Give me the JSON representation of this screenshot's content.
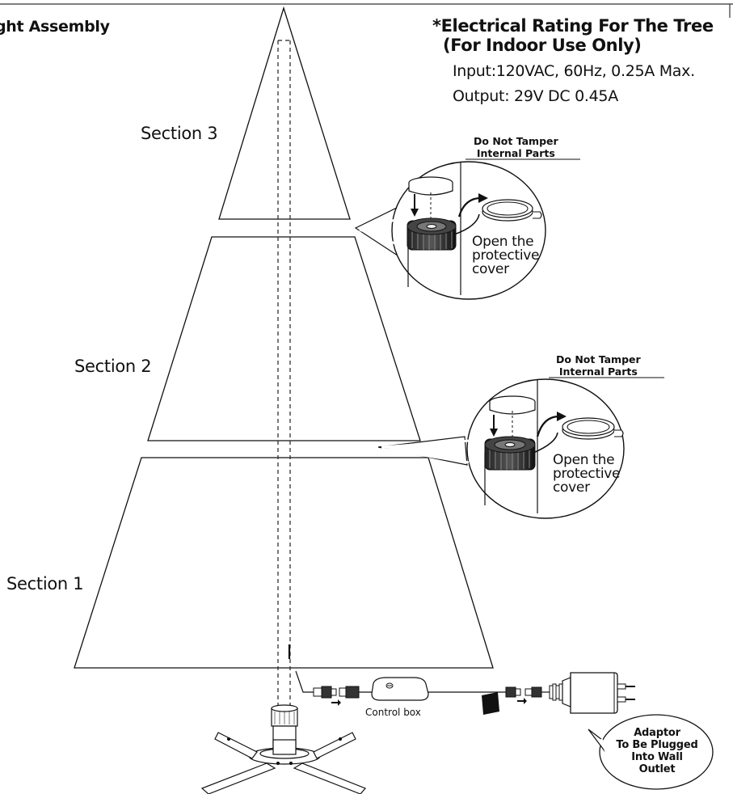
{
  "title": "ght Assembly",
  "rating": {
    "heading": "*Electrical Rating For The Tree",
    "subheading": "(For Indoor Use Only)",
    "input": "Input:120VAC, 60Hz, 0.25A Max.",
    "output": "Output: 29V DC 0.45A"
  },
  "sections": {
    "s3": "Section 3",
    "s2": "Section 2",
    "s1": "Section 1"
  },
  "callout_top": {
    "warning_l1": "Do Not Tamper",
    "warning_l2": "Internal Parts",
    "cover_l1": "Open the",
    "cover_l2": "protective",
    "cover_l3": "cover"
  },
  "callout_mid": {
    "warning_l1": "Do Not Tamper",
    "warning_l2": "Internal Parts",
    "cover_l1": "Open the",
    "cover_l2": "protective",
    "cover_l3": "cover"
  },
  "control_box": "Control box",
  "adaptor": {
    "l1": "Adaptor",
    "l2": "To Be Plugged",
    "l3": "Into Wall",
    "l4": "Outlet"
  }
}
